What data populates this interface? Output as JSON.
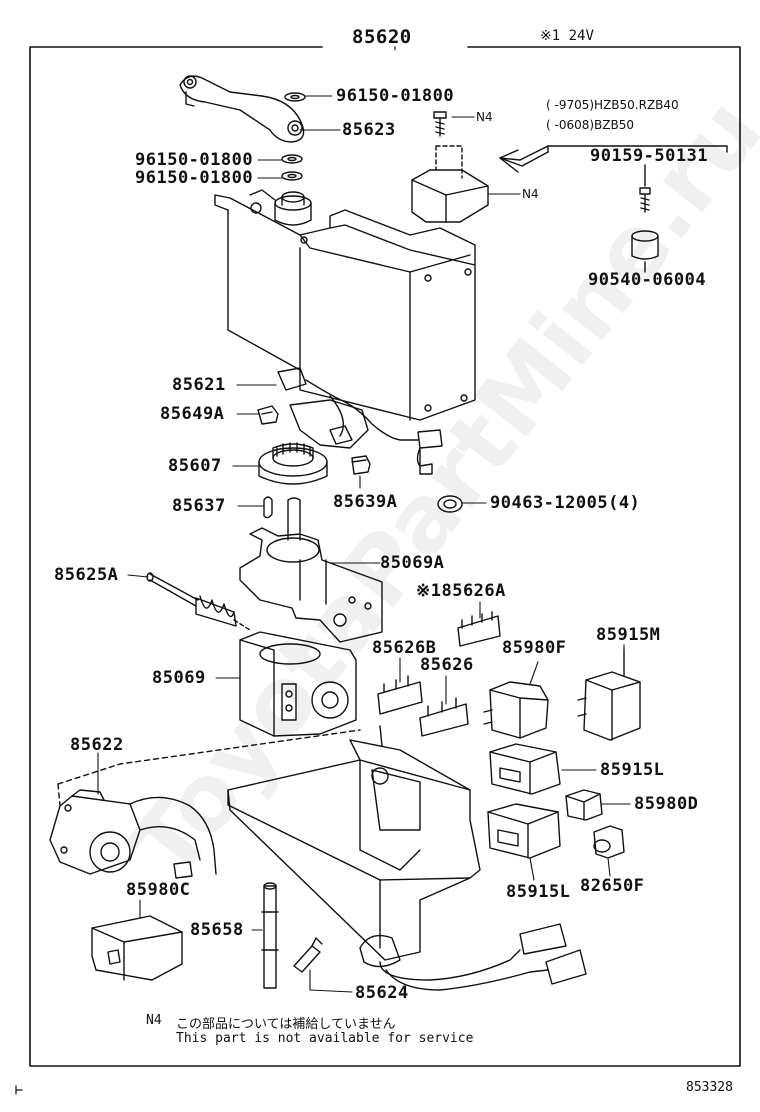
{
  "assembly_number": "85620",
  "top_note": "※1 24V",
  "labels": {
    "l96150_a": "96150-01800",
    "l85623": "85623",
    "l96150_b": "96150-01800",
    "l96150_c": "96150-01800",
    "n4_screw": "N4",
    "n4_cover": "N4",
    "variant_1": "(     -9705)HZB50.RZB40",
    "variant_2": "(     -0608)BZB50",
    "l90159": "90159-50131",
    "l90540": "90540-06004",
    "l85621": "85621",
    "l85649a": "85649A",
    "l85607": "85607",
    "l85639a": "85639A",
    "l85637": "85637",
    "l90463": "90463-12005(4)",
    "l85625a": "85625A",
    "l85069a": "85069A",
    "l85626a": "※185626A",
    "l85626b": "85626B",
    "l85626": "85626",
    "l85980f": "85980F",
    "l85915m": "85915M",
    "l85069": "85069",
    "l85622": "85622",
    "l85915l_1": "85915L",
    "l85980d": "85980D",
    "l85980c": "85980C",
    "l85915l_2": "85915L",
    "l82650f": "82650F",
    "l85658": "85658",
    "l85624": "85624"
  },
  "footnote": {
    "code": "N4",
    "japanese": "この部品については補給していません",
    "english": "This part is not available for service"
  },
  "corner_mark": "ᅡ",
  "drawing_number": "853328",
  "watermark": "ToyotaPartMine.ru"
}
